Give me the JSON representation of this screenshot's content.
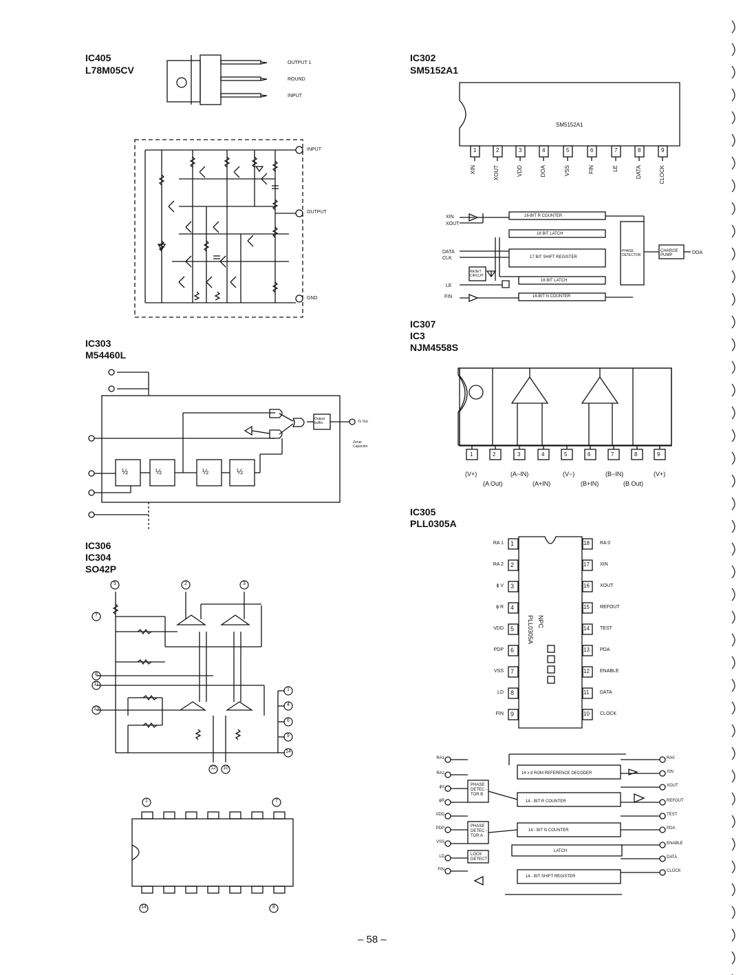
{
  "page_number": "– 58 –",
  "ic405": {
    "title_1": "IC405",
    "title_2": "L78M05CV",
    "pins": [
      "OUTPUT 1",
      "ROUND",
      "INPUT"
    ],
    "schematic_labels": {
      "input": "INPUT",
      "output": "OUTPUT",
      "gnd": "GND"
    }
  },
  "ic302": {
    "title_1": "IC302",
    "title_2": "SM5152A1",
    "chip_label": "SM5152A1",
    "pin_numbers": [
      "1",
      "2",
      "3",
      "4",
      "5",
      "6",
      "7",
      "8",
      "9"
    ],
    "pin_names": [
      "XIN",
      "XOUT",
      "VDD",
      "DOA",
      "VSS",
      "FIN",
      "LE",
      "DATA",
      "CLOCK"
    ],
    "block_labels": [
      "16-BIT R COUNTER",
      "16 BIT LATCH",
      "17 BIT SHIFT REGISTER",
      "16 BIT LATCH",
      "16-BIT N COUNTER",
      "RESET CIRCUIT",
      "PHASE DETECTOR",
      "CHARGE PUMP"
    ],
    "inputs": [
      "XIN",
      "XOUT",
      "DATA",
      "CLK",
      "LE",
      "FIN"
    ],
    "output": "DOA"
  },
  "ic307": {
    "title_1": "IC307",
    "title_2": "IC3",
    "title_3": "NJM4558S",
    "pin_numbers": [
      "1",
      "2",
      "3",
      "4",
      "5",
      "6",
      "7",
      "8",
      "9"
    ],
    "pin_labels_top": [
      "(V+)",
      "(A−IN)",
      "(V−)",
      "(B−IN)",
      "(V+)"
    ],
    "pin_labels_bottom": [
      "(A Out)",
      "(A+IN)",
      "(B+IN)",
      "(B Out)"
    ]
  },
  "ic303": {
    "title_1": "IC303",
    "title_2": "M54460L",
    "blocks": [
      "½",
      "½",
      "½",
      "½"
    ],
    "output_block": "Output buffer",
    "out_label": "To Out",
    "side_label": "Zener Capacitor"
  },
  "ic305": {
    "title_1": "IC305",
    "title_2": "PLL0305A",
    "chip_text_1": "NPC",
    "chip_text_2": "PLL0305A",
    "left_pins": [
      {
        "num": "1",
        "name": "RA 1"
      },
      {
        "num": "2",
        "name": "RA 2"
      },
      {
        "num": "3",
        "name": "ϕ V"
      },
      {
        "num": "4",
        "name": "ϕ R"
      },
      {
        "num": "5",
        "name": "VDD"
      },
      {
        "num": "6",
        "name": "PDP"
      },
      {
        "num": "7",
        "name": "VSS"
      },
      {
        "num": "8",
        "name": "LD"
      },
      {
        "num": "9",
        "name": "FIN"
      }
    ],
    "right_pins": [
      {
        "num": "18",
        "name": "RA 0"
      },
      {
        "num": "17",
        "name": "XIN"
      },
      {
        "num": "16",
        "name": "XOUT"
      },
      {
        "num": "15",
        "name": "REFOUT"
      },
      {
        "num": "14",
        "name": "TEST"
      },
      {
        "num": "13",
        "name": "PDA"
      },
      {
        "num": "12",
        "name": "ENABLE"
      },
      {
        "num": "11",
        "name": "DATA"
      },
      {
        "num": "10",
        "name": "CLOCK"
      }
    ],
    "block_labels": [
      "14 x 8 ROM REFERENCE DECODER",
      "14 - BIT R COUNTER",
      "14 - BIT N COUNTER",
      "LATCH",
      "14 - BIT SHIFT REGISTER",
      "PHASE DETEC -TOR B",
      "PHASE DETEC -TOR A",
      "LOCK DETECT"
    ],
    "left_io": [
      "RA1",
      "RA2",
      "ϕV",
      "ϕR",
      "VDD",
      "PDP",
      "VSS",
      "LD",
      "FIN"
    ],
    "right_io": [
      "RA0",
      "XIN",
      "XOUT",
      "REFOUT",
      "TEST",
      "PDA",
      "ENABLE",
      "DATA",
      "CLOCK"
    ]
  },
  "ic306": {
    "title_1": "IC306",
    "title_2": "IC304",
    "title_3": "SO42P",
    "pin_circles": [
      "5",
      "2",
      "3",
      "7",
      "8",
      "11",
      "13",
      "1",
      "4",
      "6",
      "9",
      "14",
      "12",
      "10"
    ],
    "package_top": [
      "1",
      "7"
    ],
    "package_bottom": [
      "14",
      "8"
    ]
  }
}
